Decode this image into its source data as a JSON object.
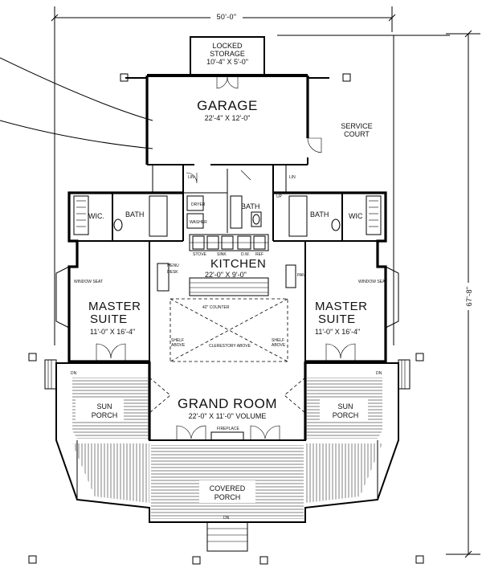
{
  "overall": {
    "width": "50'-0\"",
    "depth": "67'-8\""
  },
  "rooms": {
    "locked_storage": {
      "name_line1": "LOCKED",
      "name_line2": "STORAGE",
      "size": "10'-4\" X 5'-0\""
    },
    "garage": {
      "name": "GARAGE",
      "size": "22'-4\" X 12'-0\""
    },
    "service_court": {
      "line1": "SERVICE",
      "line2": "COURT"
    },
    "kitchen": {
      "name": "KITCHEN",
      "size": "22'-0\" X 9'-0\""
    },
    "master_left": {
      "line1": "MASTER",
      "line2": "SUITE",
      "size": "11'-0\" X 16'-4\""
    },
    "master_right": {
      "line1": "MASTER",
      "line2": "SUITE",
      "size": "11'-0\" X 16'-4\""
    },
    "grand_room": {
      "name": "GRAND ROOM",
      "size": "22'-0\" X 11'-0\"  VOLUME"
    },
    "sun_porch_left": {
      "line1": "SUN",
      "line2": "PORCH"
    },
    "sun_porch_right": {
      "line1": "SUN",
      "line2": "PORCH"
    },
    "covered_porch": {
      "line1": "COVERED",
      "line2": "PORCH"
    }
  },
  "labels": {
    "wic_left": "WIC.",
    "wic_right": "WIC",
    "bath_left": "BATH",
    "bath_center": "BATH",
    "bath_right": "BATH",
    "dryer": "DRYER",
    "washer": "WASHER",
    "lin_left": "LIN",
    "lin_right": "LIN",
    "up": "UP",
    "menu_desk_1": "MENU",
    "menu_desk_2": "DESK",
    "pan": "PAN",
    "window_seat_left": "WINDOW SEAT",
    "window_seat_right": "WINDOW SEAT",
    "counter": "42\" COUNTER",
    "clerestory": "CLERESTORY ABOVE",
    "shelf_above_left_1": "SHELF",
    "shelf_above_left_2": "ABOVE",
    "shelf_above_right_1": "SHELF",
    "shelf_above_right_2": "ABOVE",
    "fireplace": "FIREPLACE",
    "sink": "SINK",
    "dw": "D.W.",
    "stove": "STOVE",
    "refrig": "REF",
    "dn_left": "DN",
    "dn_right": "DN",
    "dn_bottom": "DN"
  }
}
